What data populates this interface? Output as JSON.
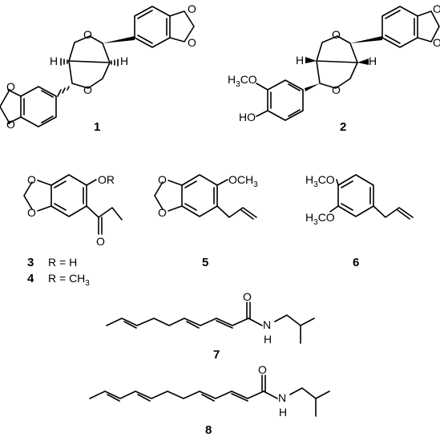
{
  "compounds": [
    {
      "id": "1",
      "labels": {
        "O_ring_top": "O",
        "O_ring_bottom": "O",
        "H_left": "H",
        "H_right": "H",
        "O_a": "O",
        "O_b": "O",
        "O_c": "O",
        "O_d": "O"
      }
    },
    {
      "id": "2",
      "labels": {
        "O_ring_top": "O",
        "O_ring_bottom": "O",
        "H_left": "H",
        "H_right": "H",
        "methoxy": "H3CO",
        "hydroxy": "HO",
        "O_a": "O",
        "O_b": "O"
      }
    },
    {
      "id": "3",
      "labels": {
        "OR": "OR",
        "O_ketone": "O",
        "O_a": "O",
        "O_b": "O"
      },
      "substituent": "R = H"
    },
    {
      "id": "4",
      "substituent": "R = CH3"
    },
    {
      "id": "5",
      "labels": {
        "OCH3": "OCH3",
        "O_a": "O",
        "O_b": "O"
      }
    },
    {
      "id": "6",
      "labels": {
        "OMe_top": "H3CO",
        "OMe_bottom": "H3CO"
      }
    },
    {
      "id": "7",
      "labels": {
        "O": "O",
        "N": "N",
        "H": "H"
      }
    },
    {
      "id": "8",
      "labels": {
        "O": "O",
        "N": "N",
        "H": "H"
      }
    }
  ]
}
